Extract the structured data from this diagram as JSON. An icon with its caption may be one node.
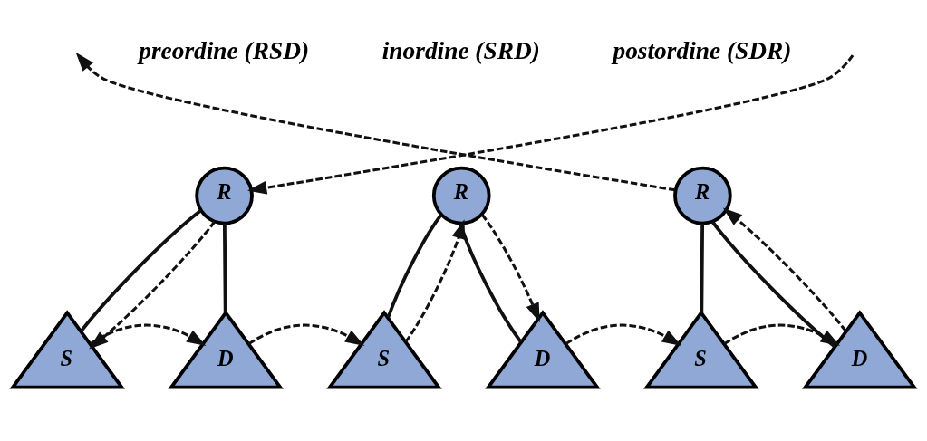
{
  "diagram": {
    "nodes": [
      {
        "text": [
          "R"
        ]
      },
      {
        "text": [
          "S"
        ]
      },
      {
        "text": [
          "D"
        ]
      },
      {
        "text": [
          "R"
        ]
      },
      {
        "text": [
          "S"
        ]
      },
      {
        "text": [
          "D"
        ]
      },
      {
        "text": [
          "R"
        ]
      },
      {
        "text": [
          "S"
        ]
      },
      {
        "text": [
          "D"
        ]
      }
    ],
    "edges": [
      {
        "from": 0,
        "to": 1,
        "arrow": "none"
      },
      {
        "from": 0,
        "to": 2,
        "arrow": "none"
      },
      {
        "from": 3,
        "to": 4,
        "arrow": "none"
      },
      {
        "from": 3,
        "to": 5,
        "arrow": "none"
      },
      {
        "from": 6,
        "to": 7,
        "arrow": "none"
      },
      {
        "from": 6,
        "to": 8,
        "arrow": "none"
      },
      {
        "from": null,
        "to": 0,
        "arrow": "to",
        "style": "dashed"
      },
      {
        "from": 0,
        "to": 1,
        "arrow": "to",
        "style": "dashed"
      },
      {
        "from": 1,
        "to": 2,
        "arrow": "to",
        "style": "dashed"
      },
      {
        "from": 2,
        "to": 4,
        "arrow": "to",
        "style": "dashed"
      },
      {
        "from": 4,
        "to": 3,
        "arrow": "to",
        "style": "dashed"
      },
      {
        "from": 3,
        "to": 5,
        "arrow": "to",
        "style": "dashed"
      },
      {
        "from": 5,
        "to": 7,
        "arrow": "to",
        "style": "dashed"
      },
      {
        "from": 7,
        "to": 8,
        "arrow": "to",
        "style": "dashed"
      },
      {
        "from": 8,
        "to": 6,
        "arrow": "to",
        "style": "dashed"
      },
      {
        "from": 6,
        "to": null,
        "arrow": "to",
        "style": "dashed"
      }
    ],
    "labels": [
      "preordine (RSD)",
      "inordine (SRD)",
      "postordine (SDR)"
    ]
  }
}
